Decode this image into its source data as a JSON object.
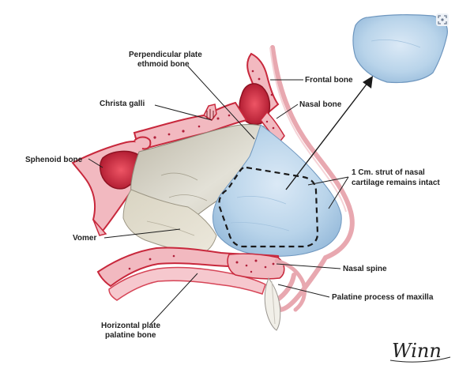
{
  "labels": {
    "perpendicular_plate_1": "Perpendicular plate",
    "perpendicular_plate_2": "ethmoid bone",
    "frontal_bone": "Frontal bone",
    "christa_galli": "Christa galli",
    "nasal_bone": "Nasal bone",
    "sphenoid_bone": "Sphenoid bone",
    "strut_1": "1 Cm. strut of nasal",
    "strut_2": "cartilage remains intact",
    "vomer": "Vomer",
    "nasal_spine": "Nasal spine",
    "palatine_process": "Palatine process of maxilla",
    "horizontal_plate_1": "Horizontal plate",
    "horizontal_plate_2": "palatine bone"
  },
  "signature": "Winn",
  "icons": {
    "corner": "zoom-icon"
  },
  "colors": {
    "bone_red": "#c8283c",
    "bone_pink": "#f2b9c0",
    "marrow": "#b0203a",
    "cartilage_blue": "#b7d3ea",
    "ethmoid_gray": "#cfcfc6",
    "skin_outline": "#e7a6ae"
  }
}
